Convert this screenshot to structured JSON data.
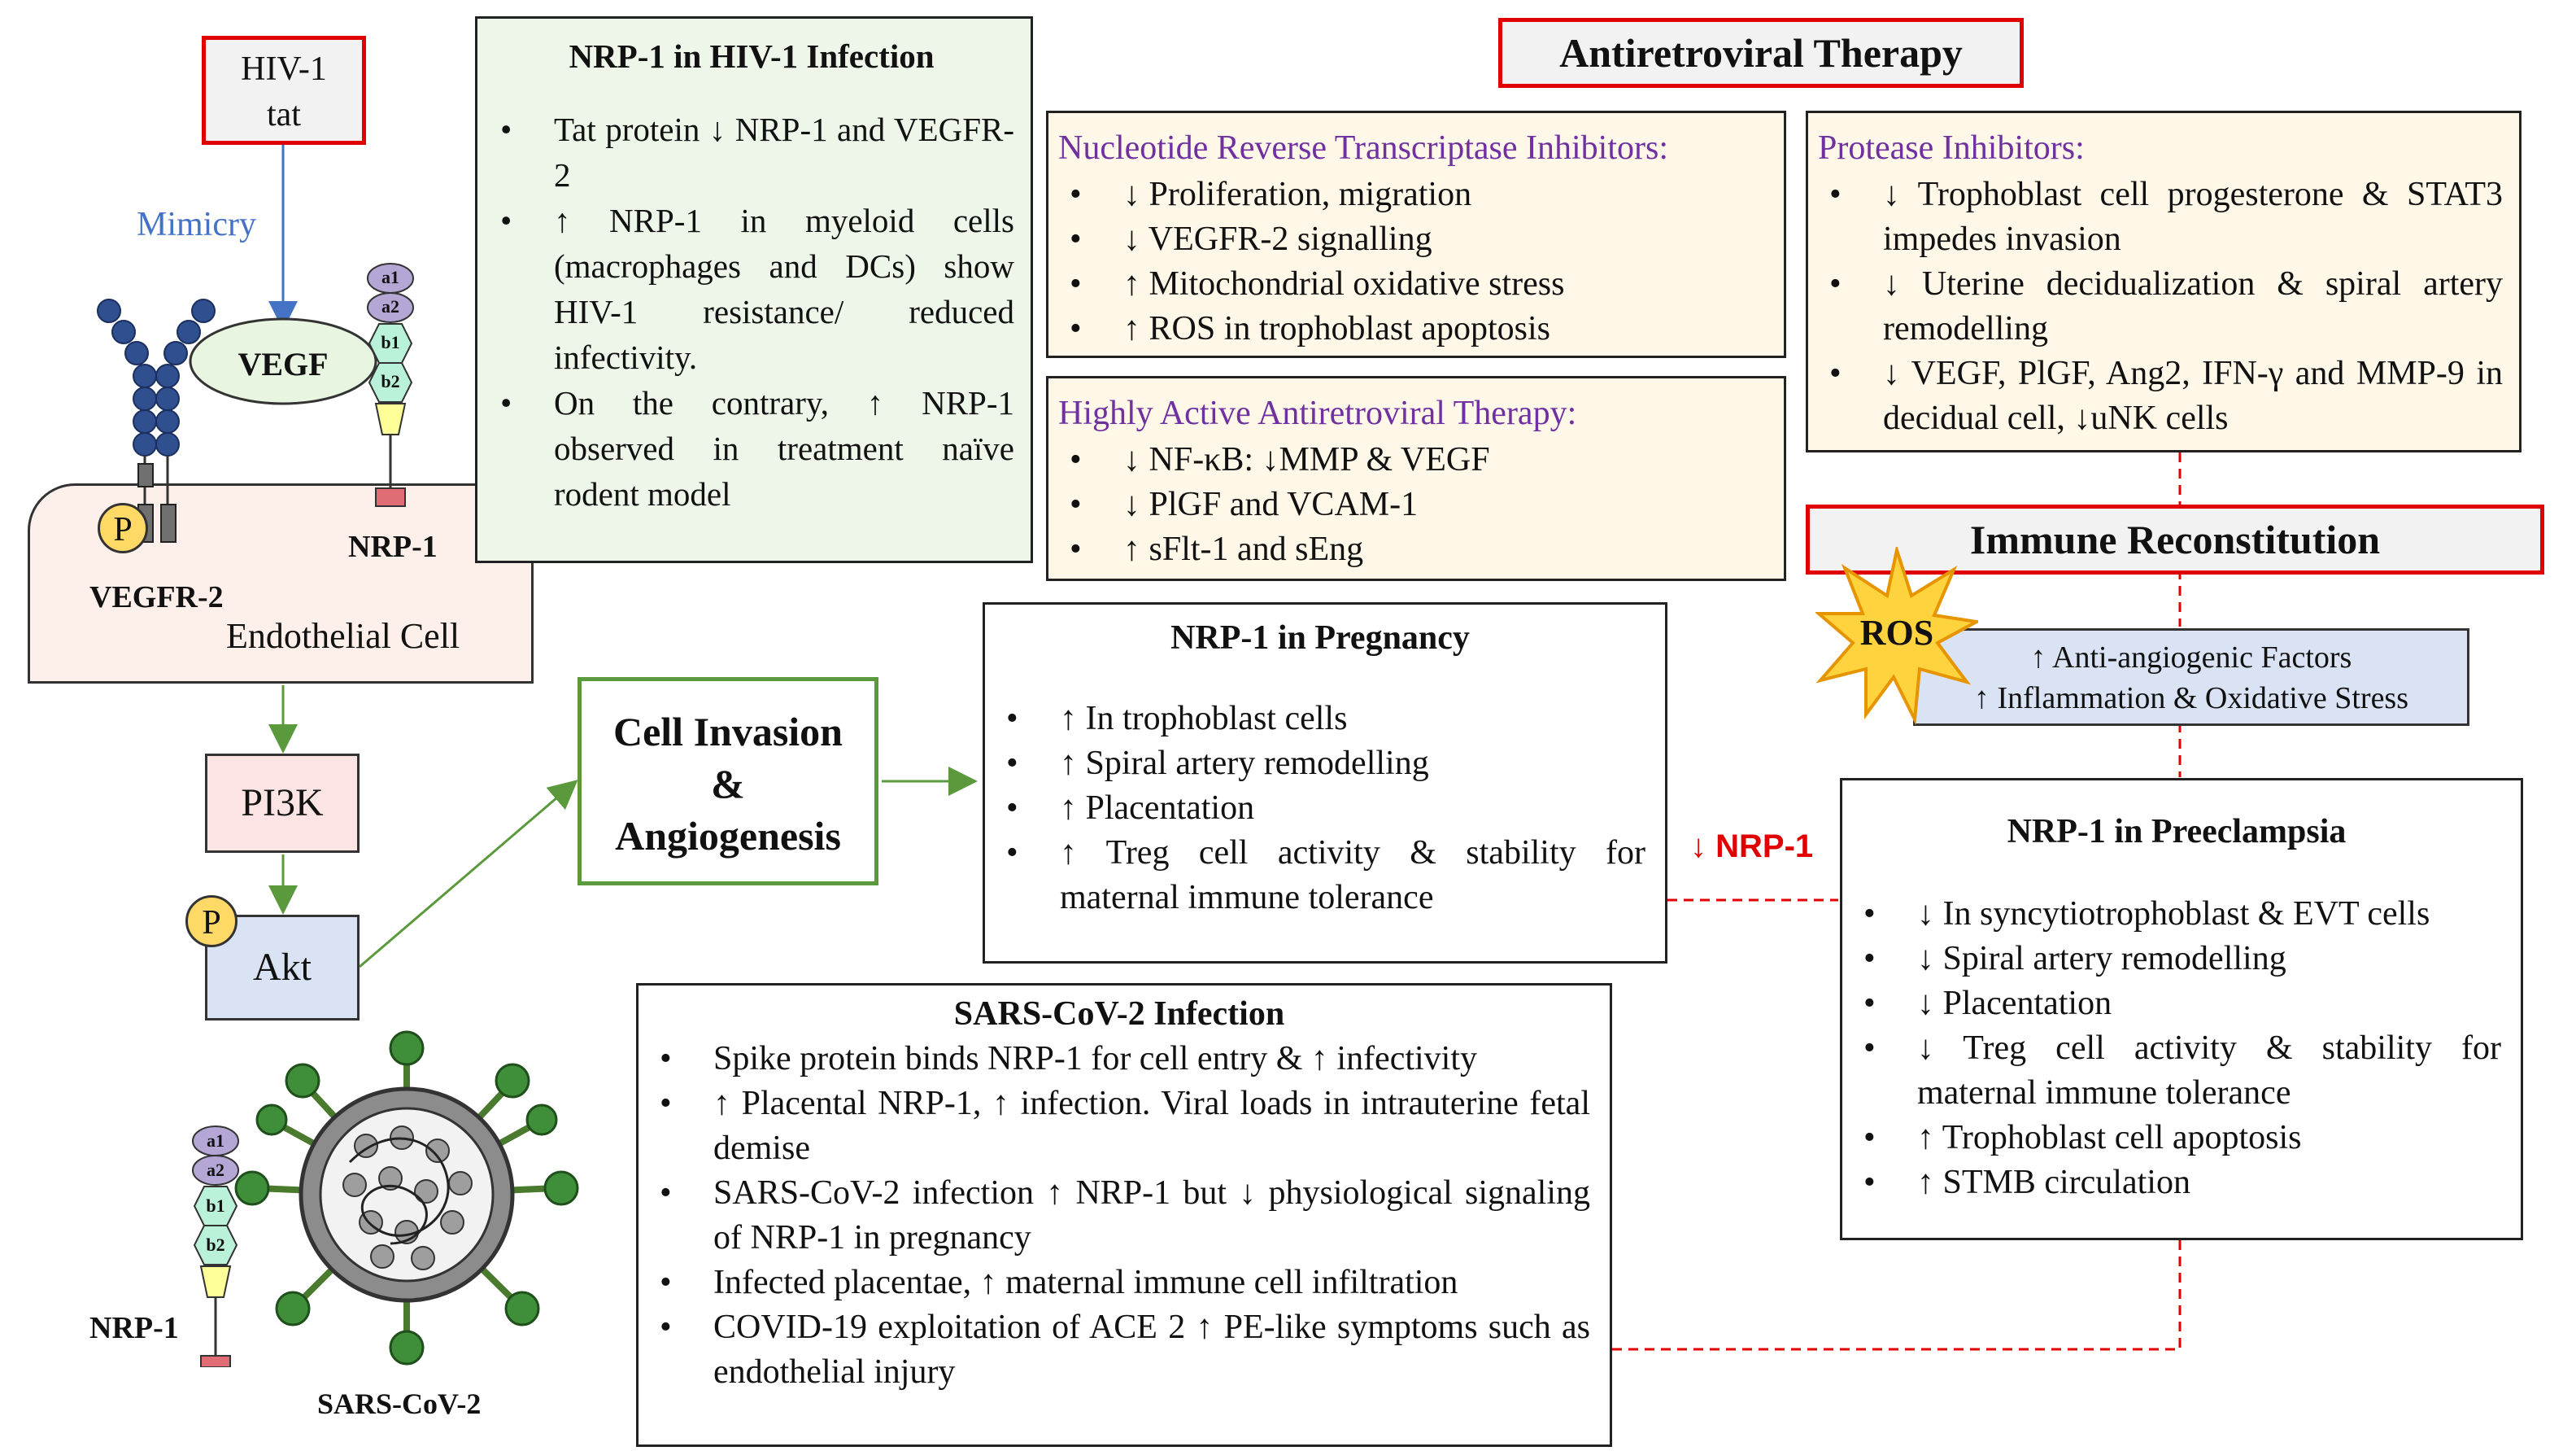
{
  "hiv_tat": {
    "line1": "HIV-1",
    "line2": "tat"
  },
  "mimicry_label": "Mimicry",
  "vegf_label": "VEGF",
  "nrp1_domains": [
    "a1",
    "a2",
    "b1",
    "b2"
  ],
  "phospho_label": "P",
  "nrp1_receptor_label": "NRP-1",
  "vegfr2_label": "VEGFR-2",
  "endothelial_cell_label": "Endothelial Cell",
  "pi3k_label": "PI3K",
  "akt_label": "Akt",
  "cell_invasion": {
    "line1": "Cell Invasion",
    "line2": "&",
    "line3": "Angiogenesis"
  },
  "hiv_infection": {
    "title": "NRP-1 in HIV-1 Infection",
    "items": [
      "Tat protein ↓ NRP-1 and VEGFR-2",
      "↑ NRP-1 in myeloid cells (macrophages and DCs) show HIV-1 resistance/ reduced infectivity.",
      "On the contrary, ↑ NRP-1 observed in treatment naïve rodent model"
    ]
  },
  "art": {
    "title": "Antiretroviral Therapy"
  },
  "nrti": {
    "heading": "Nucleotide Reverse Transcriptase Inhibitors:",
    "items": [
      "↓ Proliferation, migration",
      "↓ VEGFR-2 signalling",
      "↑ Mitochondrial oxidative stress",
      "↑ ROS in trophoblast apoptosis"
    ]
  },
  "haart": {
    "heading": "Highly Active Antiretroviral Therapy:",
    "items": [
      "↓ NF-κB: ↓MMP & VEGF",
      "↓ PlGF and VCAM-1",
      "↑ sFlt-1 and sEng"
    ]
  },
  "pi": {
    "heading": "Protease Inhibitors:",
    "items": [
      "↓ Trophoblast cell progesterone & STAT3 impedes invasion",
      "↓ Uterine decidualization & spiral artery remodelling",
      "↓ VEGF, PlGF, Ang2, IFN-γ and MMP-9 in decidual cell, ↓uNK cells"
    ]
  },
  "immune": {
    "title": "Immune Reconstitution"
  },
  "ros_label": "ROS",
  "antiangiogenic": {
    "line1": "↑ Anti-angiogenic Factors",
    "line2": "↑ Inflammation & Oxidative Stress"
  },
  "pregnancy": {
    "title": "NRP-1 in Pregnancy",
    "items": [
      "↑ In trophoblast cells",
      "↑ Spiral artery remodelling",
      "↑ Placentation",
      "↑ Treg cell activity & stability for maternal immune tolerance"
    ]
  },
  "nrp1_decrease_label": "↓ NRP-1",
  "preeclampsia": {
    "title": "NRP-1 in Preeclampsia",
    "items": [
      "↓ In syncytiotrophoblast & EVT cells",
      "↓ Spiral artery remodelling",
      "↓ Placentation",
      "↓ Treg cell activity & stability for maternal immune tolerance",
      "↑ Trophoblast cell apoptosis",
      "↑ STMB circulation"
    ]
  },
  "sars": {
    "title": "SARS-CoV-2 Infection",
    "items": [
      "Spike protein binds NRP-1 for cell entry & ↑ infectivity",
      "↑ Placental NRP-1, ↑ infection. Viral loads in intrauterine fetal demise",
      "SARS-CoV-2 infection ↑ NRP-1 but ↓ physiological signaling of NRP-1 in pregnancy",
      "Infected placentae, ↑ maternal immune cell infiltration",
      "COVID-19 exploitation of ACE 2 ↑ PE-like symptoms such as endothelial injury"
    ]
  },
  "virus_label": "SARS-CoV-2",
  "colors": {
    "red_border": "#e00000",
    "green_border": "#5a9a3c",
    "blue_arrow": "#4472c4",
    "purple_text": "#7030a0",
    "yellow_fill": "#fff8e8",
    "green_fill": "#eef6ea",
    "pink_fill": "#fdf0ea",
    "blue_fill": "#dae3f3",
    "dashed_red": "#e00000",
    "hexagon_fill": "#b9f1d9",
    "trapezoid_fill": "#ffff99",
    "domain_oval_fill": "#b4a7d6",
    "receptor_ball": "#2f4f8f"
  }
}
